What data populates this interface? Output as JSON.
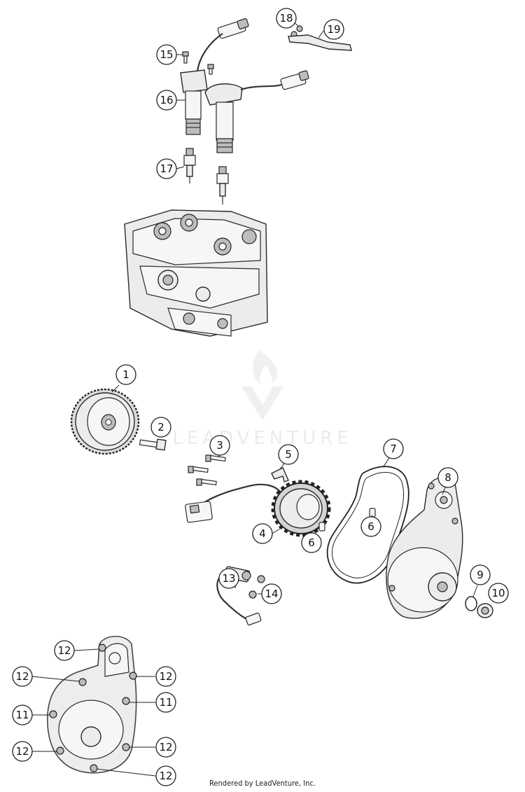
{
  "footer": "Rendered by LeadVenture, Inc.",
  "watermark": "LEADVENTURE",
  "callouts": [
    {
      "label": "18"
    },
    {
      "label": "19"
    },
    {
      "label": "15"
    },
    {
      "label": "16"
    },
    {
      "label": "17"
    },
    {
      "label": "1"
    },
    {
      "label": "2"
    },
    {
      "label": "3"
    },
    {
      "label": "5"
    },
    {
      "label": "7"
    },
    {
      "label": "8"
    },
    {
      "label": "6"
    },
    {
      "label": "4"
    },
    {
      "label": "6"
    },
    {
      "label": "13"
    },
    {
      "label": "14"
    },
    {
      "label": "9"
    },
    {
      "label": "10"
    },
    {
      "label": "12"
    },
    {
      "label": "12"
    },
    {
      "label": "12"
    },
    {
      "label": "11"
    },
    {
      "label": "11"
    },
    {
      "label": "12"
    },
    {
      "label": "12"
    },
    {
      "label": "12"
    }
  ]
}
